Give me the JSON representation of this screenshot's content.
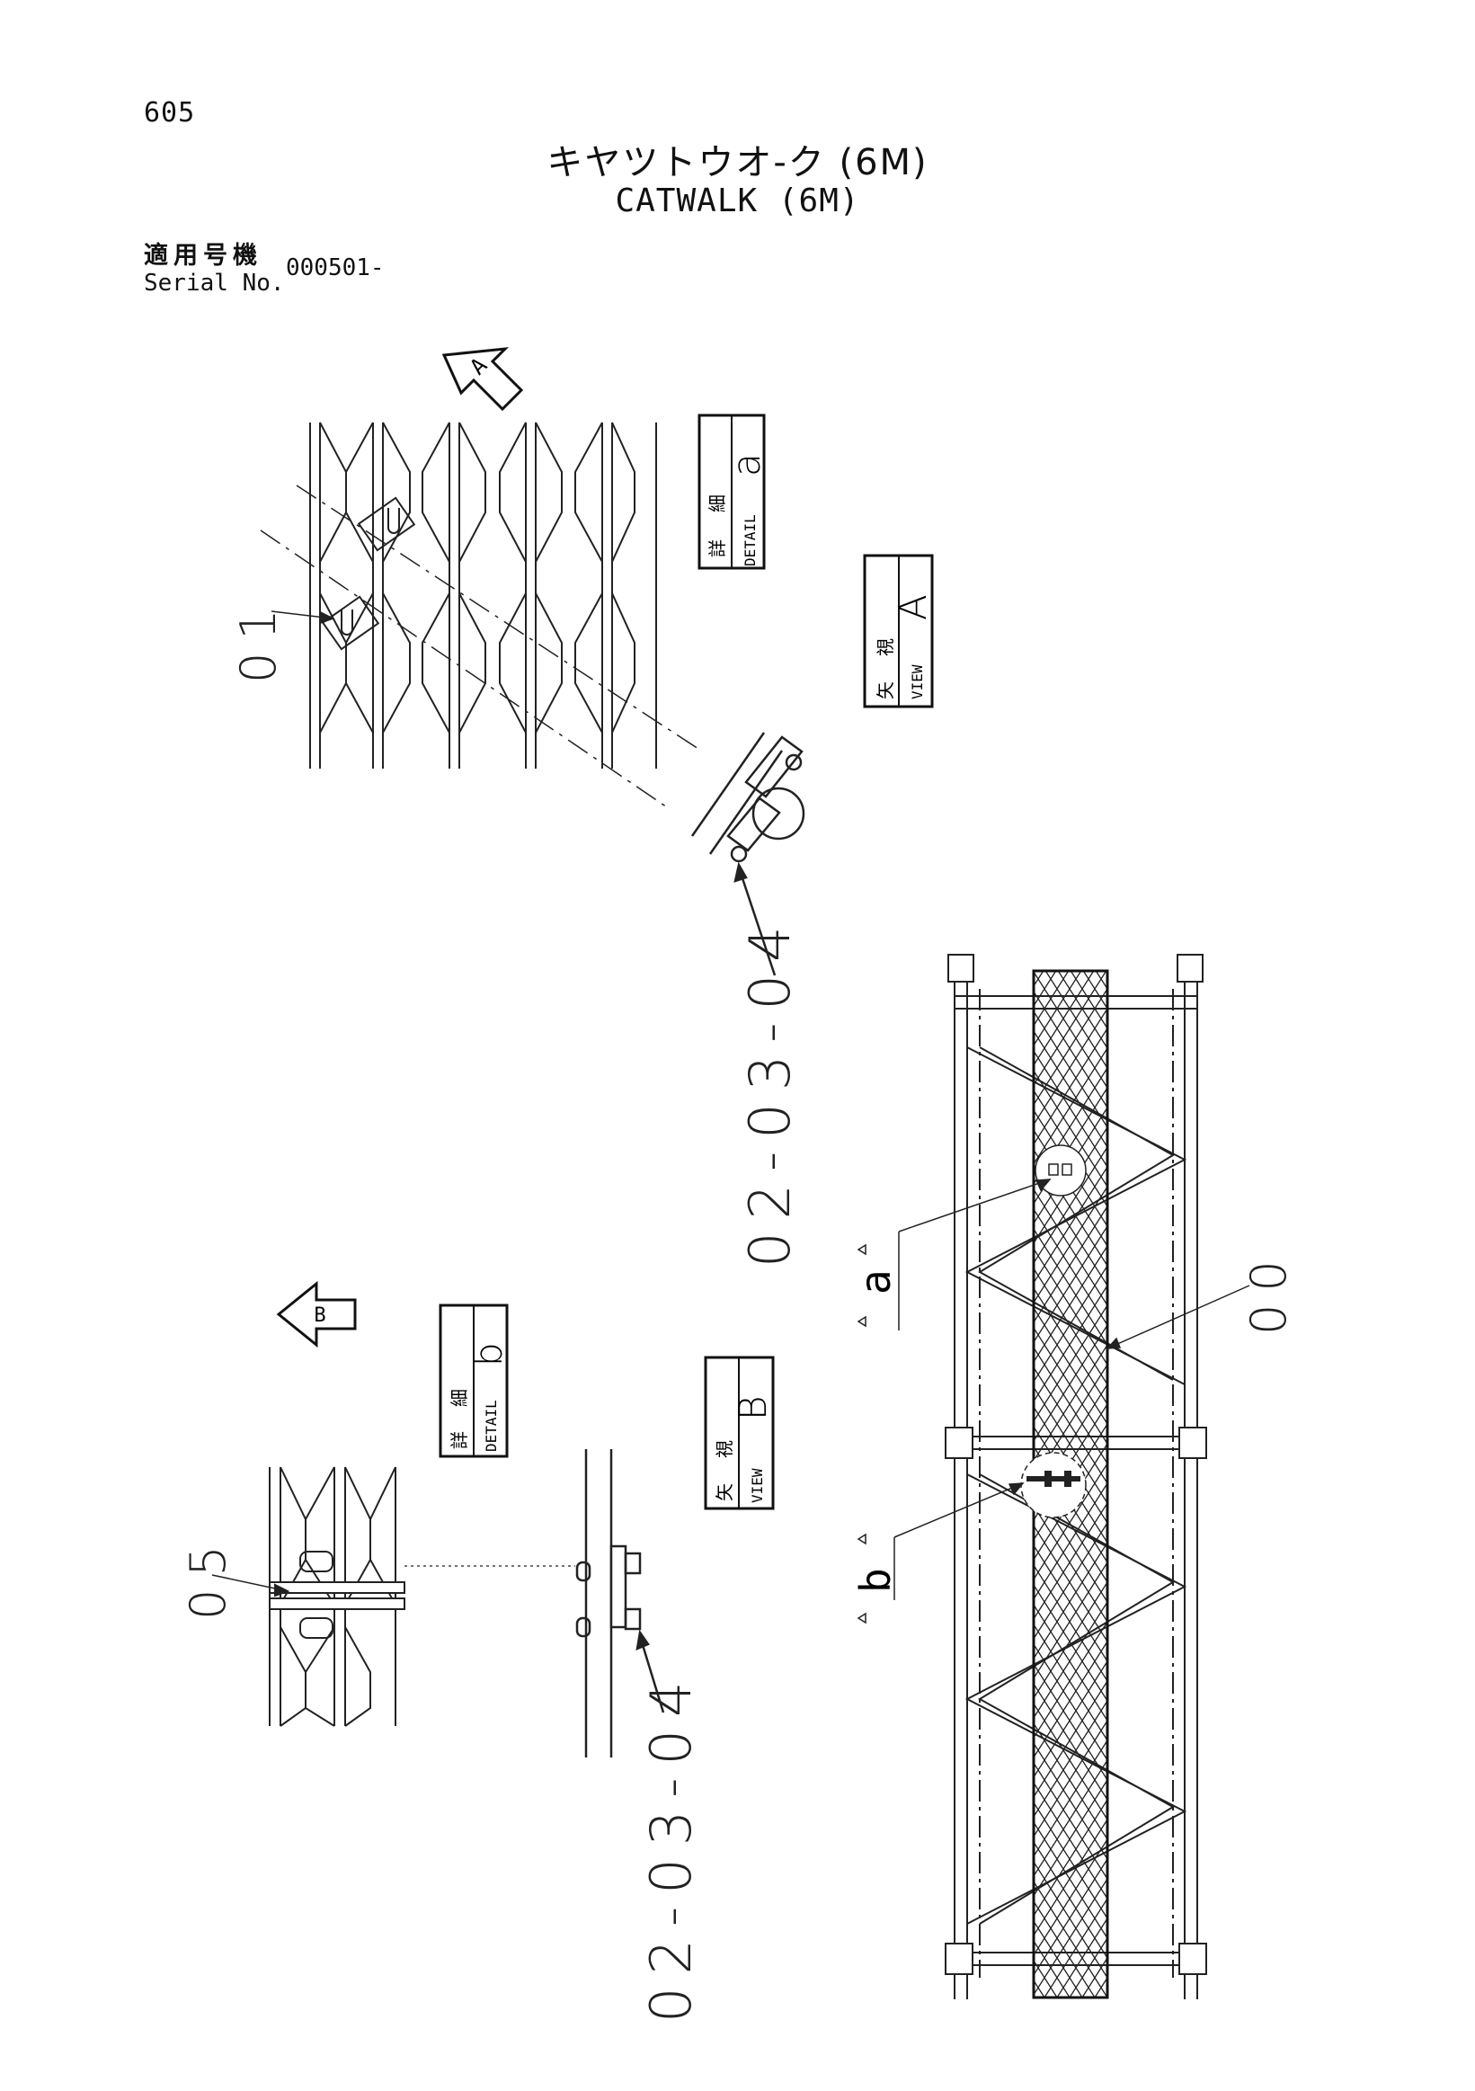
{
  "page_number": "605",
  "title_jp": "キヤツトウオ-ク (6M)",
  "title_en": "CATWALK (6M)",
  "serial": {
    "label_jp": "適用号機",
    "label_en": "Serial No.",
    "value": "000501-"
  },
  "view_marks": {
    "a": "A",
    "b": "B"
  },
  "labels": {
    "detail_a": {
      "jp1": "詳",
      "jp2": "細",
      "en": "DETAIL",
      "letter": "a"
    },
    "detail_b": {
      "jp1": "詳",
      "jp2": "細",
      "en": "DETAIL",
      "letter": "b"
    },
    "view_a": {
      "jp1": "矢",
      "jp2": "視",
      "en": "VIEW",
      "letter": "A"
    },
    "view_b": {
      "jp1": "矢",
      "jp2": "視",
      "en": "VIEW",
      "letter": "B"
    }
  },
  "part_numbers": {
    "p01": "01",
    "p05": "05",
    "p00": "00"
  },
  "references": {
    "ref_upper": "02-03-04",
    "ref_lower": "02-03-04"
  },
  "detail_marks": {
    "a": "a",
    "b": "b"
  }
}
